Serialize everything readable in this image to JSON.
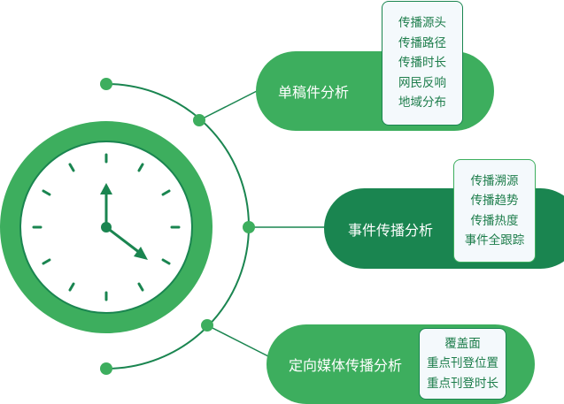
{
  "colors": {
    "primary": "#3dae5e",
    "dark": "#1a8550",
    "box_bg": "#f4f9fc"
  },
  "branches": [
    {
      "label": "单稿件分析",
      "items": [
        "传播源头",
        "传播路径",
        "传播时长",
        "网民反响",
        "地域分布"
      ]
    },
    {
      "label": "事件传播分析",
      "items": [
        "传播溯源",
        "传播趋势",
        "传播热度",
        "事件全跟踪"
      ]
    },
    {
      "label": "定向媒体传播分析",
      "items": [
        "覆盖面",
        "重点刊登位置",
        "重点刊登时长"
      ]
    }
  ]
}
